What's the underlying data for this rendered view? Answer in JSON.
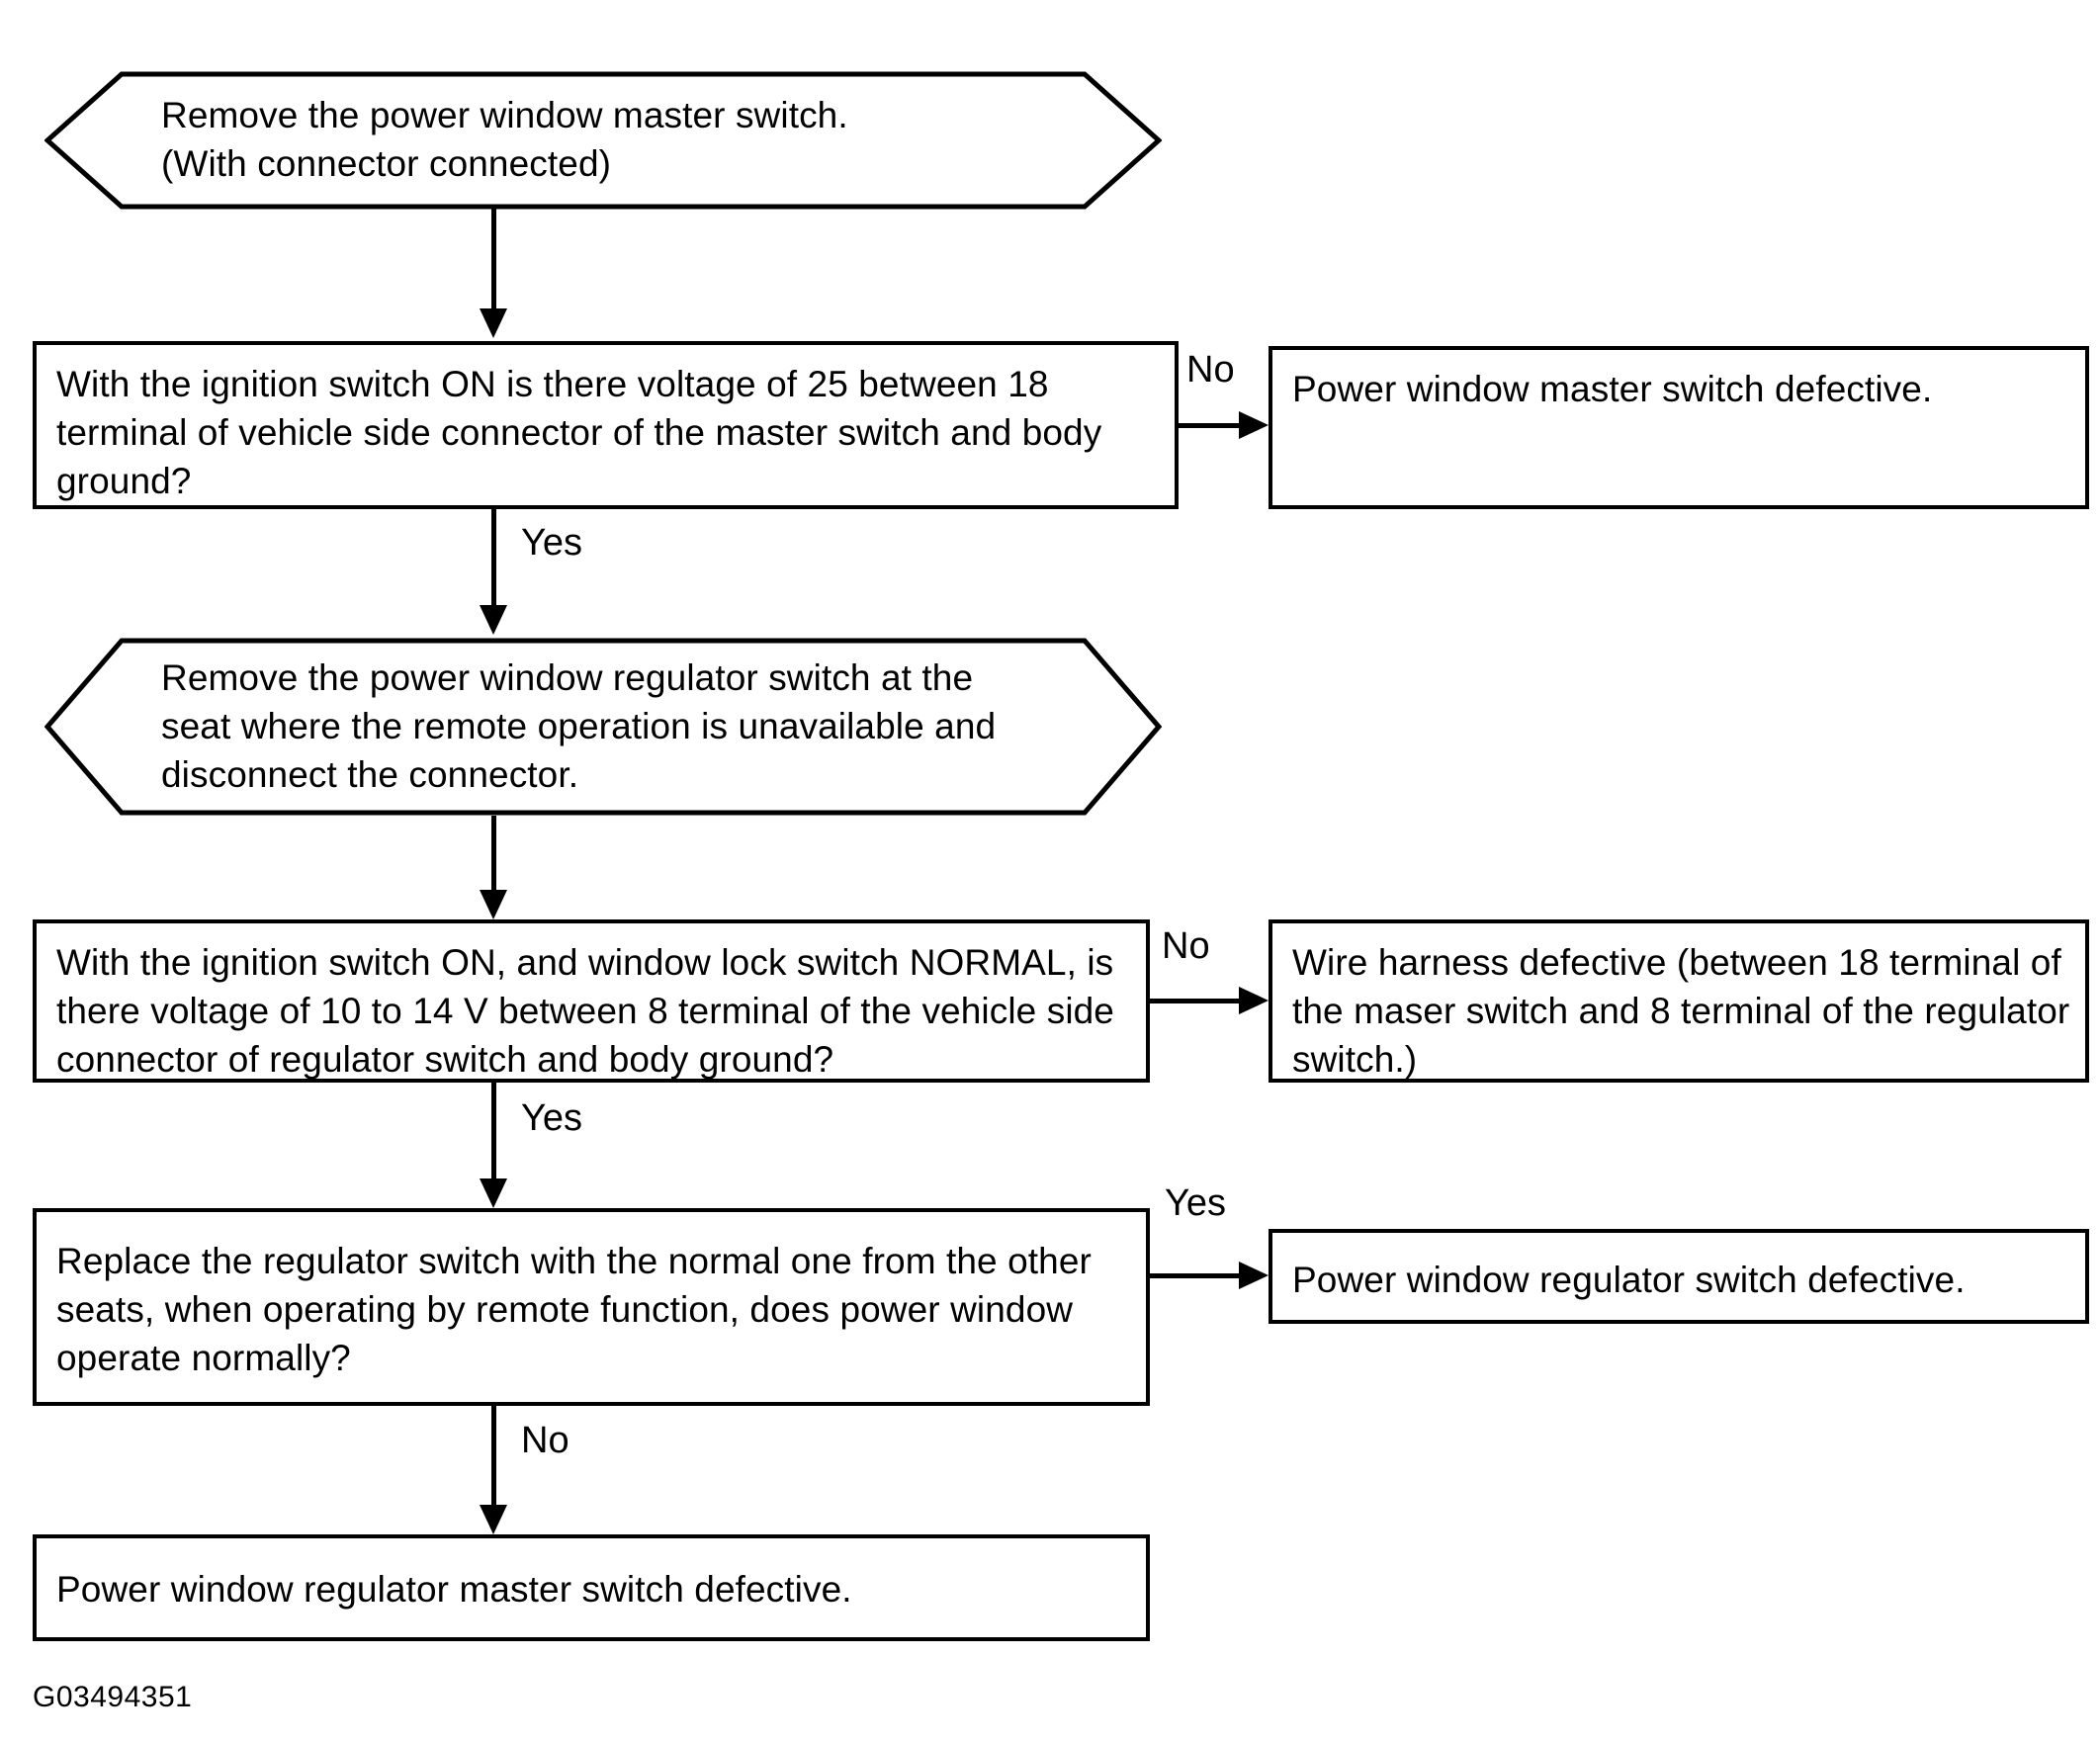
{
  "figure": {
    "id_label": "G03494351",
    "type": "troubleshooting-flowchart"
  },
  "nodes": {
    "start": {
      "shape": "hexagon",
      "text": "Remove the power window master switch.\n(With connector connected)"
    },
    "decision1": {
      "shape": "rectangle",
      "text": "With the ignition switch ON is there voltage of 25 between 18 terminal of vehicle side connector of the master switch and body ground?"
    },
    "result1": {
      "shape": "rectangle",
      "text": "Power window master switch defective."
    },
    "step2": {
      "shape": "hexagon",
      "text": "Remove the power window regulator switch at the seat where the remote operation is unavailable and disconnect the connector."
    },
    "decision2": {
      "shape": "rectangle",
      "text": "With the ignition switch ON, and window lock switch NORMAL, is there voltage of 10 to 14 V between 8 terminal of the vehicle side connector of regulator switch and body ground?"
    },
    "result2": {
      "shape": "rectangle",
      "text": "Wire harness defective (between 18 terminal of the maser switch and 8 terminal of the regulator switch.)"
    },
    "decision3": {
      "shape": "rectangle",
      "text": "Replace the regulator switch with the normal one from the other seats, when operating by remote function, does power window operate normally?"
    },
    "result3": {
      "shape": "rectangle",
      "text": "Power window regulator switch defective."
    },
    "result4": {
      "shape": "rectangle",
      "text": "Power window regulator master switch defective."
    }
  },
  "branches": {
    "decision1_no": "No",
    "decision1_yes": "Yes",
    "decision2_no": "No",
    "decision2_yes": "Yes",
    "decision3_yes": "Yes",
    "decision3_no": "No"
  },
  "colors": {
    "stroke": "#000000",
    "background": "#ffffff",
    "text": "#000000"
  }
}
